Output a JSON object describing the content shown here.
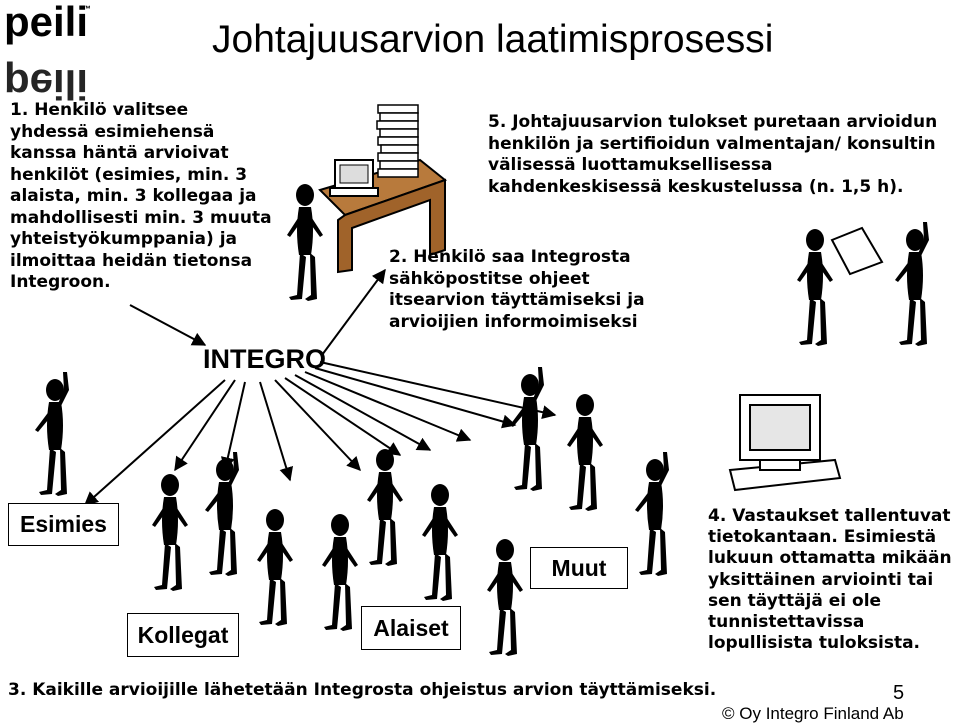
{
  "logo": {
    "text": "peili",
    "tm": "™"
  },
  "title": "Johtajuusarvion laatimisprosessi",
  "steps": {
    "s1": "1. Henkilö valitsee yhdessä esimiehensä kanssa häntä arvioivat henkilöt (esimies, min. 3 alaista, min. 3 kollegaa ja mahdollisesti min. 3 muuta yhteistyökumppania) ja ilmoittaa heidän tietonsa Integroon.",
    "s2": "2. Henkilö saa Integrosta sähköpostitse ohjeet itsearvion täyttämiseksi ja arvioijien informoimiseksi",
    "s3": "3. Kaikille arvioijille lähetetään Integrosta ohjeistus arvion täyttämiseksi.",
    "s4": "4. Vastaukset tallentuvat tietokantaan. Esimiestä lukuun ottamatta mikään yksittäinen arviointi tai sen täyttäjä ei ole tunnistettavissa lopullisista tuloksista.",
    "s5": "5. Johtajuusarvion tulokset puretaan arvioidun henkilön ja sertifioidun valmentajan/ konsultin välisessä luottamuksellisessa kahdenkeskisessä keskustelussa (n. 1,5 h)."
  },
  "integro_label": "INTEGRO",
  "groups": {
    "esimies": "Esimies",
    "kollegat": "Kollegat",
    "alaiset": "Alaiset",
    "muut": "Muut"
  },
  "page_number": "5",
  "copyright": "© Oy Integro Finland Ab",
  "icons": [
    "stick-figure",
    "computer",
    "desk",
    "paper-stack",
    "document"
  ]
}
